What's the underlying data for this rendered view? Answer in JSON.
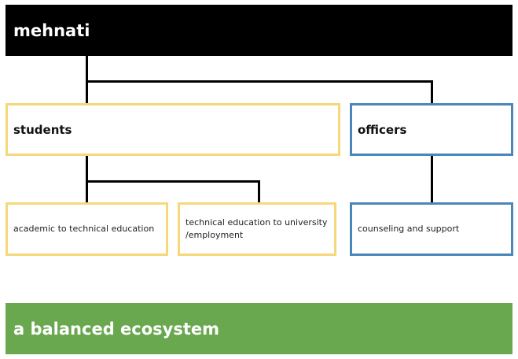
{
  "diagram": {
    "root": {
      "label": "mehnati",
      "color": "#000000"
    },
    "branches": [
      {
        "label": "students",
        "border_color": "#f6d87a",
        "children": [
          {
            "label": "academic to technical education"
          },
          {
            "label": "technical education to university /employment"
          }
        ]
      },
      {
        "label": "officers",
        "border_color": "#4a86b8",
        "children": [
          {
            "label": "counseling and support"
          }
        ]
      }
    ],
    "outcome": {
      "label": "a balanced ecosystem",
      "color": "#6aa84f"
    }
  }
}
